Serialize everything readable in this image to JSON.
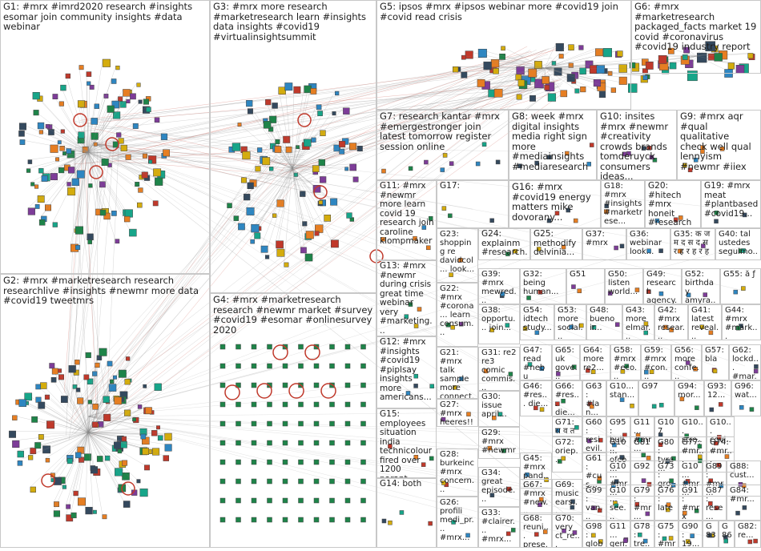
{
  "groups": [
    {
      "id": "G1",
      "label": "G1: #mrx #imrd2020 research #insights esomar join community insights #data webinar"
    },
    {
      "id": "G2",
      "label": "G2: #mrx #marketresearch research researchlive #insights #newmr more data #covid19 tweetmrs"
    },
    {
      "id": "G3",
      "label": "G3: #mrx more research #marketresearch learn #insights data insights #covid19 #virtualinsightsummit"
    },
    {
      "id": "G4",
      "label": "G4: #mrx #marketresearch research #newmr market #survey #covid19 #esomar #onlinesurvey 2020"
    },
    {
      "id": "G5",
      "label": "G5: ipsos #mrx #ipsos webinar more #covid19 join #covid read crisis"
    },
    {
      "id": "G6",
      "label": "G6: #mrx #marketresearch packaged_facts market 19 covid #coronavirus #covid19 industry report"
    },
    {
      "id": "G7",
      "label": "G7: research kantar #mrx #emergestronger join latest tomorrow register session online"
    },
    {
      "id": "G8",
      "label": "G8: week #mrx digital insights media right sign more #mediainsights #mediaresearch"
    },
    {
      "id": "G10",
      "label": "G10: insites #mrx #newmr #creativity crowds brands tomderuyck consumers ideas..."
    },
    {
      "id": "G9",
      "label": "G9: #mrx aqr #qual qualitative check well qual lennyism #newmr #iiex"
    },
    {
      "id": "G11",
      "label": "G11: #mrx #newmr more learn covid 19 research join caroline klompmaker"
    },
    {
      "id": "G17",
      "label": "G17:"
    },
    {
      "id": "G16",
      "label": "G16: #mrx #covid19 energy matters mike dovorany..."
    },
    {
      "id": "G18",
      "label": "G18: #mrx #insights #marketrese... consumers..."
    },
    {
      "id": "G20",
      "label": "G20: #hitech #mrx honeit #research easily..."
    },
    {
      "id": "G19",
      "label": "G19: #mrx meat #plantbased #covid19..."
    },
    {
      "id": "G23",
      "label": "G23: shopping re davidcol... look..."
    },
    {
      "id": "G24",
      "label": "G24: explainm #research..."
    },
    {
      "id": "G25",
      "label": "G25: methodify delvinia..."
    },
    {
      "id": "G37",
      "label": "G37: #mrx"
    },
    {
      "id": "G36",
      "label": "G36: webinar look..."
    },
    {
      "id": "G35",
      "label": "G35: क ज म द स द स र ह र ह र ह"
    },
    {
      "id": "G40",
      "label": "G40: tal ustedes seguimo..."
    },
    {
      "id": "G13",
      "label": "G13: #mrx #newmr during crisis great time webinar very #marketing..."
    },
    {
      "id": "G22",
      "label": "G22: #mrx #corona... learn consum..."
    },
    {
      "id": "G39",
      "label": "G39: #mrx mewred..."
    },
    {
      "id": "G32",
      "label": "G32: being human..."
    },
    {
      "id": "G51",
      "label": "G51"
    },
    {
      "id": "G50",
      "label": "G50: listen world..."
    },
    {
      "id": "G49",
      "label": "G49: research agency..."
    },
    {
      "id": "G52",
      "label": "G52: birthday amyra..."
    },
    {
      "id": "G55",
      "label": "G55: ă ƒ"
    },
    {
      "id": "G38",
      "label": "G38: opportu... join..."
    },
    {
      "id": "G54",
      "label": "G54: idtech study..."
    },
    {
      "id": "G53",
      "label": "G53: more social..."
    },
    {
      "id": "G48",
      "label": "G48: bueno ir..."
    },
    {
      "id": "G43",
      "label": "G43: more elmar..."
    },
    {
      "id": "G42",
      "label": "G42: #mrx resear..."
    },
    {
      "id": "G41",
      "label": "G41: latest reveal..."
    },
    {
      "id": "G44",
      "label": "G44: #mrx #mark..."
    },
    {
      "id": "G12",
      "label": "G12: #mrx #insights #covid19 #piplsay insights more americans..."
    },
    {
      "id": "G21",
      "label": "G21: #mrx talk sample more connect..."
    },
    {
      "id": "G31",
      "label": "G31: re2 re3 comic commis..."
    },
    {
      "id": "G47",
      "label": "G47: read #nebu blog..."
    },
    {
      "id": "G65",
      "label": "G65: uk gove..."
    },
    {
      "id": "G64",
      "label": "G64: more re2..."
    },
    {
      "id": "G58",
      "label": "G58: #mrx #eco..."
    },
    {
      "id": "G59",
      "label": "G59: #mrx #con..."
    },
    {
      "id": "G56",
      "label": "G56: more confe..."
    },
    {
      "id": "G57",
      "label": "G57: bla"
    },
    {
      "id": "G62",
      "label": "G62: lockd... #mar..."
    },
    {
      "id": "G30",
      "label": "G30: issue april..."
    },
    {
      "id": "G46",
      "label": "G46: #res... die..."
    },
    {
      "id": "G66",
      "label": "G66: #res... die..."
    },
    {
      "id": "G63",
      "label": "G63: #lan... #con..."
    },
    {
      "id": "G10x",
      "label": "G10... stan..."
    },
    {
      "id": "G97",
      "label": "G97"
    },
    {
      "id": "G94",
      "label": "G94: mor..."
    },
    {
      "id": "G93",
      "label": "G93: 12..."
    },
    {
      "id": "G96",
      "label": "G96: wat..."
    },
    {
      "id": "G27",
      "label": "G27: #mrx heeres!! augusta"
    },
    {
      "id": "G71",
      "label": "G71: स व त स..."
    },
    {
      "id": "G60",
      "label": "G60: resi evil..."
    },
    {
      "id": "G95",
      "label": "G95: bull..."
    },
    {
      "id": "G11x",
      "label": "G11... #mr..."
    },
    {
      "id": "G107",
      "label": "G107"
    },
    {
      "id": "G10y",
      "label": "G10... stre..."
    },
    {
      "id": "G10z",
      "label": "G10... covi..."
    },
    {
      "id": "G15",
      "label": "G15: employees situation india technicolour fired over 1200 parant..."
    },
    {
      "id": "G29",
      "label": "G29: #mrx #newmr"
    },
    {
      "id": "G45",
      "label": "G45: #mrx pand... #new..."
    },
    {
      "id": "G72",
      "label": "G72: oriep..."
    },
    {
      "id": "G61",
      "label": "G61: #cus... reall..."
    },
    {
      "id": "G10w",
      "label": "G10... ofco..."
    },
    {
      "id": "G81",
      "label": "G81"
    },
    {
      "id": "G80",
      "label": "G80: tyra..."
    },
    {
      "id": "G77",
      "label": "G77: #mr..."
    },
    {
      "id": "G74",
      "label": "G74: #mr..."
    },
    {
      "id": "G28",
      "label": "G28: burkeinc #mrx concern..."
    },
    {
      "id": "G34",
      "label": "G34: great episode..."
    },
    {
      "id": "G10v",
      "label": "G10... #mr..."
    },
    {
      "id": "G92",
      "label": "G92"
    },
    {
      "id": "G73",
      "label": "G73: gro..."
    },
    {
      "id": "G10u",
      "label": "G10... #mr..."
    },
    {
      "id": "G89",
      "label": "G89: #mr..."
    },
    {
      "id": "G88",
      "label": "G88: cust..."
    },
    {
      "id": "G14",
      "label": "G14: both"
    },
    {
      "id": "G67",
      "label": "G67: #mrx #new..."
    },
    {
      "id": "G69",
      "label": "G69: music ears..."
    },
    {
      "id": "G99",
      "label": "G99: van..."
    },
    {
      "id": "G10t",
      "label": "G10... see..."
    },
    {
      "id": "G79",
      "label": "G79: #mr..."
    },
    {
      "id": "G76",
      "label": "G76: late"
    },
    {
      "id": "G91",
      "label": "G91: #mrx"
    },
    {
      "id": "G87",
      "label": "G87: rese..."
    },
    {
      "id": "G84",
      "label": "G84: #mr..."
    },
    {
      "id": "G26",
      "label": "G26: profili medi_pr... #mrx..."
    },
    {
      "id": "G33",
      "label": "G33: #clairer... #mrx..."
    },
    {
      "id": "G68",
      "label": "G68: reuni... prese..."
    },
    {
      "id": "G70",
      "label": "G70: very ct_re..."
    },
    {
      "id": "G98",
      "label": "G98: glob..."
    },
    {
      "id": "G11y",
      "label": "G11... gen..."
    },
    {
      "id": "G78",
      "label": "G78: tre..."
    },
    {
      "id": "G75",
      "label": "G75: #mr..."
    },
    {
      "id": "G90",
      "label": "G90: 19..."
    },
    {
      "id": "G83",
      "label": "G83"
    },
    {
      "id": "G86",
      "label": "G86"
    },
    {
      "id": "G82",
      "label": "G82: re..."
    }
  ],
  "colors": {
    "edge": "#8a8a8a",
    "edge_red": "#c0392b",
    "box_border": "#c8c8c8",
    "node_palette": [
      "#2e86c1",
      "#1e8449",
      "#c0392b",
      "#7d3c98",
      "#d4ac0d",
      "#17a589",
      "#34495e",
      "#e67e22"
    ]
  }
}
